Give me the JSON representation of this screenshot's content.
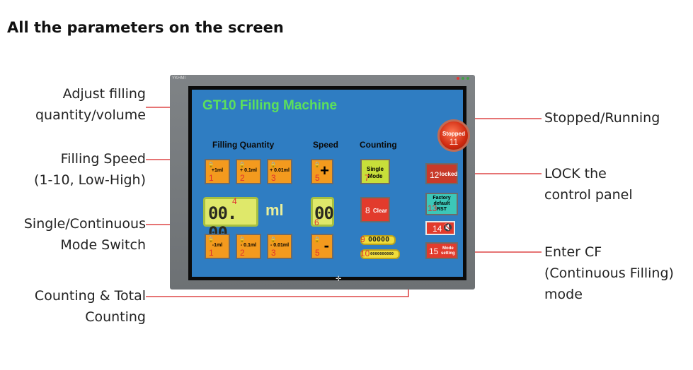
{
  "page_title": "All the parameters on the screen",
  "callouts": {
    "adjust_filling": [
      "Adjust filling",
      "quantity/volume"
    ],
    "filling_speed": [
      "Filling Speed",
      "(1-10, Low-High)"
    ],
    "mode_switch": [
      "Single/Continuous",
      "Mode Switch"
    ],
    "counting": [
      "Counting & Total",
      "Counting"
    ],
    "stopped_running": [
      "Stopped/Running"
    ],
    "lock_panel": [
      "LOCK the",
      "control panel"
    ],
    "enter_cf": [
      "Enter CF",
      "(Continuous Filling)",
      "mode"
    ]
  },
  "device": {
    "brand": "YKHMI",
    "led_colors": [
      "#e53935",
      "#43a047",
      "#43a047"
    ],
    "accent_color": "#5ce05c"
  },
  "hmi": {
    "title": "GT10 Filling Machine",
    "headers": {
      "filling_quantity": "Filling Quantity",
      "speed": "Speed",
      "counting": "Counting"
    },
    "plus_buttons": [
      {
        "label": "+1ml",
        "num": "1"
      },
      {
        "label": "+ 0.1ml",
        "num": "2"
      },
      {
        "label": "+ 0.01ml",
        "num": "3"
      }
    ],
    "minus_buttons": [
      {
        "label": "-1ml",
        "num": "1"
      },
      {
        "label": "- 0.1ml",
        "num": "2"
      },
      {
        "label": "- 0.01ml",
        "num": "3"
      }
    ],
    "speed_plus": {
      "symbol": "+",
      "num": "5"
    },
    "speed_minus": {
      "symbol": "-",
      "num": "5"
    },
    "quantity_display": {
      "value": "00. 00",
      "num": "4",
      "unit": "ml"
    },
    "speed_display": {
      "value": "00",
      "num": "6"
    },
    "mode_button": {
      "line1": "Single",
      "line2": "Mode",
      "num": "7"
    },
    "clear_button": {
      "label": "Clear",
      "num": "8"
    },
    "count_display": {
      "value": "00000",
      "num": "9"
    },
    "total_count_display": {
      "value": "0000000000",
      "num": "10"
    },
    "status_button": {
      "label": "Stopped",
      "num": "11"
    },
    "lock_button": {
      "label": "locked",
      "num": "12"
    },
    "factory_button": {
      "line1": "Factory",
      "line2": "default",
      "line3": "RST",
      "num": "13"
    },
    "buzzer_button": {
      "num": "14",
      "icon": "speaker-mute-icon"
    },
    "mode_setting_button": {
      "line1": "Mode",
      "line2": "setting",
      "num": "15"
    }
  }
}
